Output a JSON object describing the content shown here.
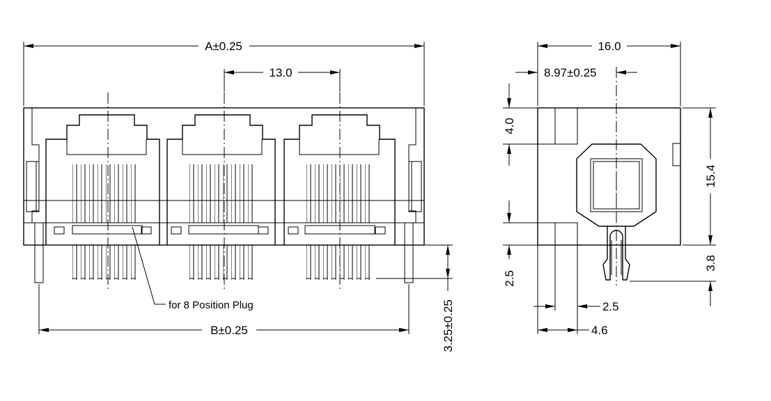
{
  "dimensions": {
    "overall_width": "A±0.25",
    "pitch": "13.0",
    "pin_span": "B±0.25",
    "pin_offset": "3.25±0.25",
    "side_width": "16.0",
    "side_offset": "8.97±0.25",
    "top_step": "4.0",
    "height": "15.4",
    "bottom_step": "2.5",
    "pin_length": "3.8",
    "post_width": "2.5",
    "post_offset": "4.6"
  },
  "callouts": {
    "plug_note": "for 8 Position Plug"
  }
}
